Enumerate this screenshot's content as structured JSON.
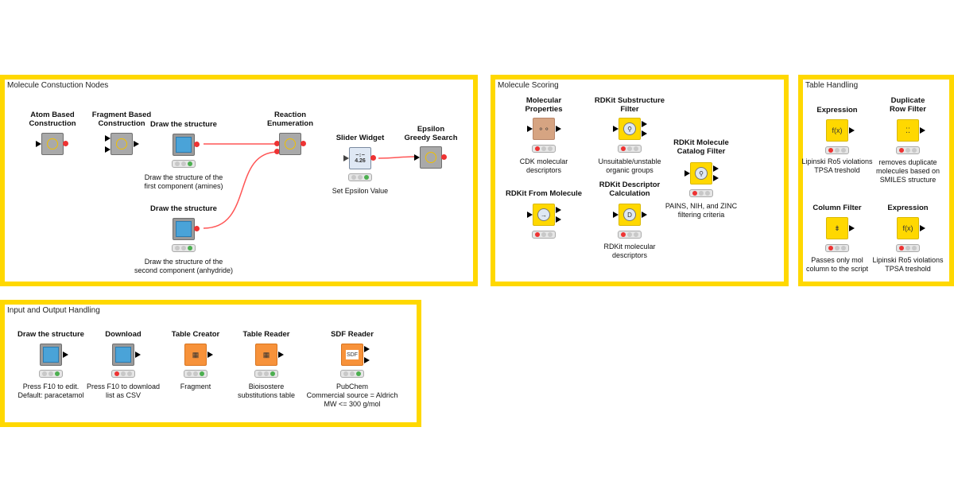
{
  "annotations": {
    "molecule_construction": "Molecule Constuction Nodes",
    "molecule_scoring": "Molecule Scoring",
    "table_handling": "Table Handling",
    "io_handling": "Input and Output Handling"
  },
  "nodes": {
    "atom_based": {
      "title": "Atom Based\nConstruction",
      "comment": ""
    },
    "fragment_based": {
      "title": "Fragment Based\nConstruction",
      "comment": ""
    },
    "draw1": {
      "title": "Draw the structure",
      "comment": "Draw the structure of the\nfirst component (amines)"
    },
    "draw2": {
      "title": "Draw the structure",
      "comment": "Draw the structure of the\nsecond component (anhydride)"
    },
    "reaction": {
      "title": "Reaction\nEnumeration",
      "comment": ""
    },
    "slider": {
      "title": "Slider Widget",
      "comment": "Set Epsilon Value",
      "value": "4.26"
    },
    "epsilon": {
      "title": "Epsilon\nGreedy Search",
      "comment": ""
    },
    "mol_props": {
      "title": "Molecular\nProperties",
      "comment": "CDK molecular\ndescriptors"
    },
    "rdkit_substructure": {
      "title": "RDKit Substructure\nFilter",
      "comment": "Unsuitable/unstable\norganic groups"
    },
    "rdkit_catalog": {
      "title": "RDKit Molecule\nCatalog Filter",
      "comment": "PAINS, NIH, and ZINC\nfiltering criteria"
    },
    "rdkit_from_mol": {
      "title": "RDKit From Molecule",
      "comment": ""
    },
    "rdkit_descriptor": {
      "title": "RDKit Descriptor\nCalculation",
      "comment": "RDKit molecular\ndescriptors"
    },
    "expression1": {
      "title": "Expression",
      "comment": "Lipinski Ro5 violations\nTPSA treshold"
    },
    "dup_filter": {
      "title": "Duplicate\nRow Filter",
      "comment": "removes duplicate\nmolecules based on\nSMILES structure"
    },
    "column_filter": {
      "title": "Column Filter",
      "comment": "Passes only mol\ncolumn to the script"
    },
    "expression2": {
      "title": "Expression",
      "comment": "Lipinski Ro5 violations\nTPSA treshold"
    },
    "draw3": {
      "title": "Draw the structure",
      "comment": "Press F10 to edit.\nDefault: paracetamol"
    },
    "download": {
      "title": "Download",
      "comment": "Press F10 to download\nlist as CSV"
    },
    "table_creator": {
      "title": "Table Creator",
      "comment": "Fragment"
    },
    "table_reader": {
      "title": "Table Reader",
      "comment": "Bioisostere\nsubstitutions table"
    },
    "sdf_reader": {
      "title": "SDF Reader",
      "comment": "PubChem\nCommercial source = Aldrich\nMW <= 300 g/mol"
    }
  },
  "colors": {
    "annotation_border": "#ffd800",
    "connection": "#ff5555"
  }
}
